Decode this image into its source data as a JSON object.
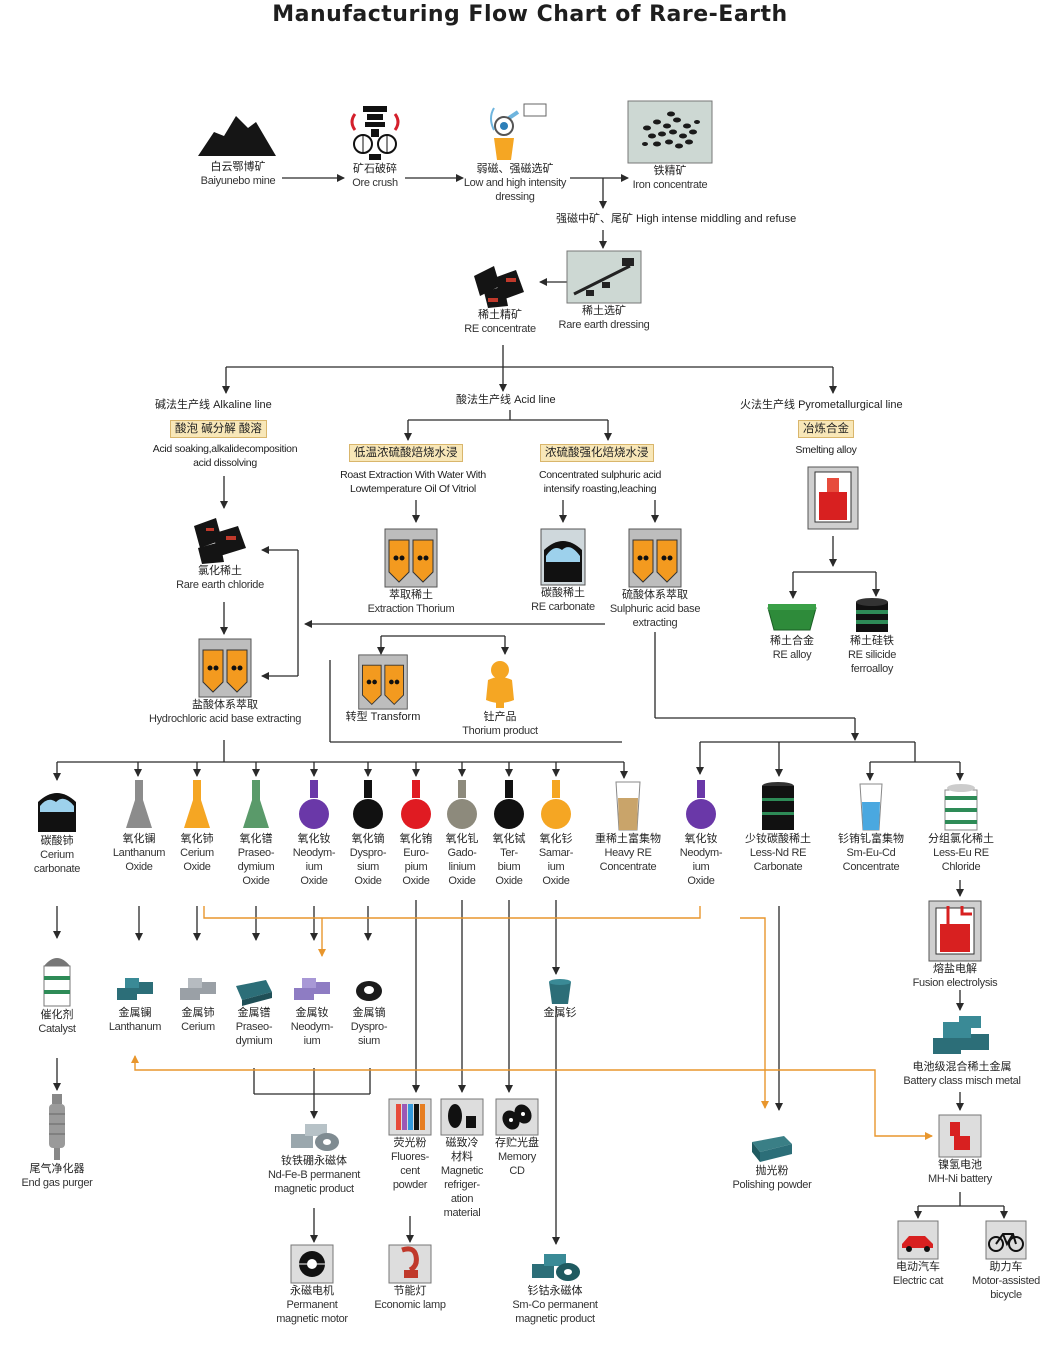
{
  "title": "Manufacturing Flow Chart of Rare-Earth",
  "colors": {
    "line": "#2a2a2a",
    "arrow_orange": "#e8962d",
    "tank_orange": "#f39a1f",
    "highlight_bg": "#f8e7b8",
    "furnace_red": "#d82020",
    "ore_dark": "#1b1b1b"
  },
  "nodes": {
    "baiyunebo": {
      "zh": "白云鄂博矿",
      "en": "Baiyunebo mine",
      "icon": "mountain-icon"
    },
    "ore_crush": {
      "zh": "矿石破碎",
      "en": "Ore crush",
      "icon": "crusher-icon"
    },
    "dressing": {
      "zh": "弱磁、强磁选矿",
      "en": "Low and high intensity\ndressing",
      "icon": "magnetic-separator-icon"
    },
    "iron_conc": {
      "zh": "铁精矿",
      "en": "Iron concentrate",
      "icon": "iron-pile-icon"
    },
    "middling": {
      "text": "强磁中矿、尾矿 High intense middling and refuse"
    },
    "re_dressing": {
      "zh": "稀土选矿",
      "en": "Rare earth dressing",
      "icon": "flotation-icon"
    },
    "re_conc": {
      "zh": "稀土精矿",
      "en": "RE concentrate",
      "icon": "ore-lumps-icon"
    },
    "re_chloride": {
      "zh": "氯化稀土",
      "en": "Rare earth chloride",
      "icon": "ore-lumps-icon"
    },
    "hcl_extract": {
      "zh": "盐酸体系萃取",
      "en": "Hydrochloric acid base extracting",
      "icon": "tank-icon"
    },
    "extract_thorium": {
      "zh": "萃取稀土",
      "en": "Extraction Thorium",
      "icon": "tank-icon"
    },
    "re_carbonate": {
      "zh": "碳酸稀土",
      "en": "RE carbonate",
      "icon": "bucket-icon"
    },
    "sulphuric_extract": {
      "zh": "硫酸体系萃取",
      "en": "Sulphuric acid base\nextracting",
      "icon": "tank-icon"
    },
    "transform": {
      "zh": "转型",
      "en": "Transform",
      "icon": "tank-icon"
    },
    "thorium_product": {
      "zh": "钍产品",
      "en": "Thorium product",
      "icon": "powder-icon"
    },
    "re_alloy": {
      "zh": "稀土合金",
      "en": "RE alloy",
      "icon": "alloy-tray-icon"
    },
    "re_silicide": {
      "zh": "稀土硅铁",
      "en": "RE silicide\nferroalloy",
      "icon": "drum-icon"
    },
    "cerium_carbonate": {
      "zh": "碳酸铈",
      "en": "Cerium\ncarbonate",
      "icon": "bucket-icon"
    },
    "lanthanum_oxide": {
      "zh": "氧化镧",
      "en": "Lanthanum\nOxide",
      "icon": "flask-icon"
    },
    "cerium_oxide": {
      "zh": "氧化铈",
      "en": "Cerium\nOxide",
      "icon": "flask-icon"
    },
    "praseodymium_oxide": {
      "zh": "氧化镨",
      "en": "Praseo-\ndymium\nOxide",
      "icon": "flask-icon"
    },
    "neodymium_oxide": {
      "zh": "氧化钕",
      "en": "Neodym-\nium\nOxide",
      "icon": "flask-icon"
    },
    "dysprosium_oxide": {
      "zh": "氧化镝",
      "en": "Dyspro-\nsium\nOxide",
      "icon": "flask-icon"
    },
    "europium_oxide": {
      "zh": "氧化铕",
      "en": "Euro-\npium\nOxide",
      "icon": "flask-icon"
    },
    "gadolinium_oxide": {
      "zh": "氧化钆",
      "en": "Gado-\nlinium\nOxide",
      "icon": "flask-icon"
    },
    "terbium_oxide": {
      "zh": "氧化铽",
      "en": "Ter-\nbium\nOxide",
      "icon": "flask-icon"
    },
    "samarium_oxide": {
      "zh": "氧化钐",
      "en": "Samar-\nium\nOxide",
      "icon": "flask-icon"
    },
    "heavy_re": {
      "zh": "重稀土富集物",
      "en": "Heavy RE\nConcentrate",
      "icon": "beaker-icon"
    },
    "neodymium_oxide_2": {
      "zh": "氧化钕",
      "en": "Neodym-\nium\nOxide",
      "icon": "flask-icon"
    },
    "less_nd": {
      "zh": "少钕碳酸稀土",
      "en": "Less-Nd RE\nCarbonate",
      "icon": "drum-icon"
    },
    "sm_eu_gd": {
      "zh": "钐铕钆富集物",
      "en": "Sm-Eu-Cd\nConcentrate",
      "icon": "beaker-icon"
    },
    "less_eu": {
      "zh": "分组氯化稀土",
      "en": "Less-Eu RE\nChloride",
      "icon": "drum-icon"
    },
    "catalyst": {
      "zh": "催化剂",
      "en": "Catalyst",
      "icon": "catalyst-icon"
    },
    "end_gas": {
      "zh": "尾气净化器",
      "en": "End gas purger",
      "icon": "purger-icon"
    },
    "la_metal": {
      "zh": "金属镧",
      "en": "Lanthanum",
      "icon": "ingot-icon"
    },
    "ce_metal": {
      "zh": "金属铈",
      "en": "Cerium",
      "icon": "ingot-icon"
    },
    "pr_metal": {
      "zh": "金属镨",
      "en": "Praseo-\ndymium",
      "icon": "ingot-icon"
    },
    "nd_metal": {
      "zh": "金属钕",
      "en": "Neodym-\nium",
      "icon": "ingot-icon"
    },
    "dy_metal": {
      "zh": "金属镝",
      "en": "Dyspro-\nsium",
      "icon": "ring-icon"
    },
    "sm_metal": {
      "zh": "金属钐",
      "en": "",
      "icon": "cup-icon"
    },
    "fusion": {
      "zh": "熔盐电解",
      "en": "Fusion electrolysis",
      "icon": "furnace-icon"
    },
    "misch_metal": {
      "zh": "电池级混合稀土金属",
      "en": "Battery class misch metal",
      "icon": "ingot-icon"
    },
    "ndfeb": {
      "zh": "钕铁硼永磁体",
      "en": "Nd-Fe-B permanent\nmagnetic product",
      "icon": "magnet-icon"
    },
    "fluorescent": {
      "zh": "荧光粉",
      "en": "Fluores-\ncent\npowder",
      "icon": "fluorescent-icon"
    },
    "refrigeration": {
      "zh": "磁致冷\n材料",
      "en": "Magnetic\nrefriger-\nation\nmaterial",
      "icon": "refrigeration-icon"
    },
    "memory_cd": {
      "zh": "存贮光盘",
      "en": "Memory\nCD",
      "icon": "cd-icon"
    },
    "polishing": {
      "zh": "抛光粉",
      "en": "Polishing powder",
      "icon": "polish-box-icon"
    },
    "mh_ni": {
      "zh": "镍氢电池",
      "en": "MH-Ni battery",
      "icon": "battery-icon"
    },
    "motor": {
      "zh": "永磁电机",
      "en": "Permanent\nmagnetic motor",
      "icon": "motor-icon"
    },
    "lamp": {
      "zh": "节能灯",
      "en": "Economic lamp",
      "icon": "lamp-icon"
    },
    "smco": {
      "zh": "钐钴永磁体",
      "en": "Sm-Co permanent\nmagnetic product",
      "icon": "magnet-icon"
    },
    "electric_car": {
      "zh": "电动汽车",
      "en": "Electric cat",
      "icon": "car-icon"
    },
    "bicycle": {
      "zh": "助力车",
      "en": "Motor-assisted\nbicycle",
      "icon": "bicycle-icon"
    }
  },
  "lines": {
    "alkaline": {
      "zh": "碱法生产线",
      "en": "Alkaline line",
      "box": "酸泡 碱分解 酸溶",
      "desc": "Acid soaking,alkalidecomposition\nacid dissolving"
    },
    "acid": {
      "zh": "酸法生产线",
      "en": "Acid line"
    },
    "pyro": {
      "zh": "火法生产线",
      "en": "Pyrometallurgical line",
      "box": "冶炼合金",
      "desc": "Smelting alloy"
    },
    "acid_low": {
      "box": "低温浓硫酸焙烧水浸",
      "desc": "Roast Extraction With Water With\nLowtemperature Oil Of Vitriol"
    },
    "acid_high": {
      "box": "浓硫酸强化焙烧水浸",
      "desc": "Concentrated sulphuric acid\nintensify roasting,leaching"
    }
  }
}
